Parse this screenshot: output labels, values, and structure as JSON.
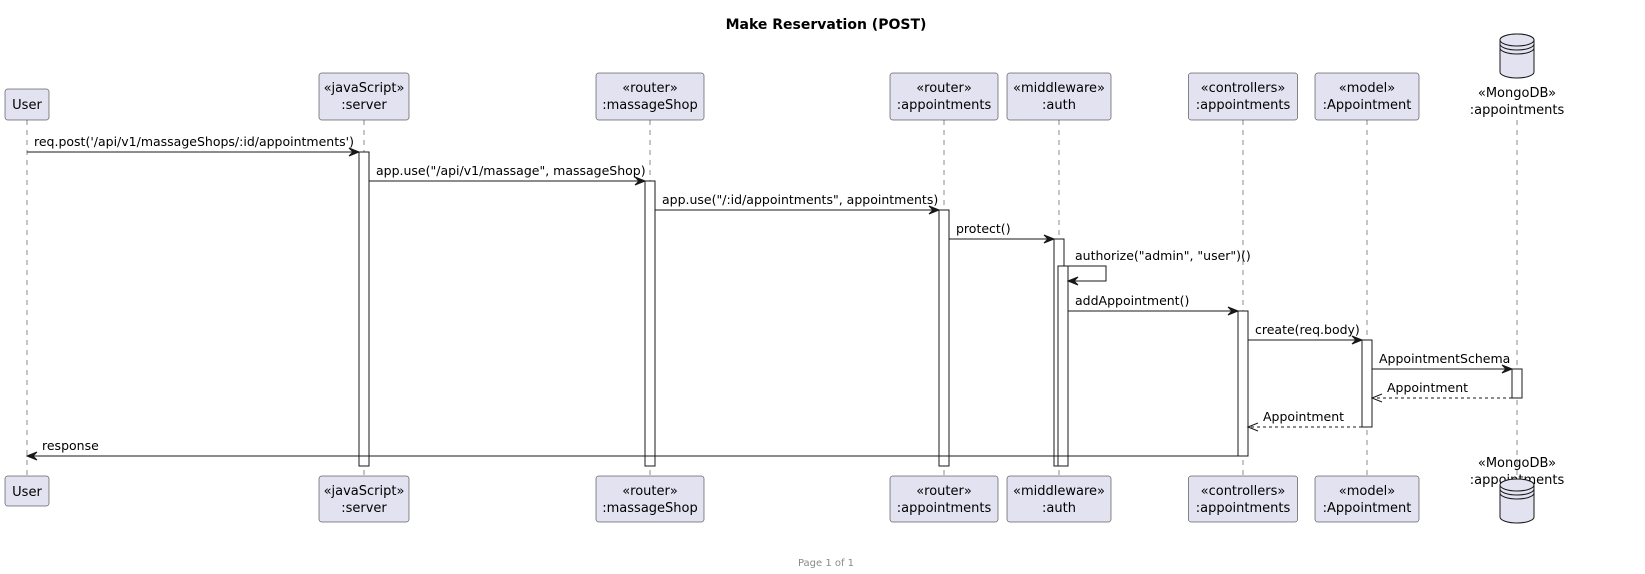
{
  "title": "Make Reservation (POST)",
  "footer": "Page 1 of 1",
  "colors": {
    "participant_fill": "#e2e2f0",
    "line": "#181818",
    "footer_text": "#8a8a8a"
  },
  "participants": [
    {
      "id": "user",
      "kind": "actor-box",
      "lines": [
        "User"
      ]
    },
    {
      "id": "server",
      "kind": "box",
      "lines": [
        "«javaScript»",
        ":server"
      ]
    },
    {
      "id": "massageshop",
      "kind": "box",
      "lines": [
        "«router»",
        ":massageShop"
      ]
    },
    {
      "id": "router-appointments",
      "kind": "box",
      "lines": [
        "«router»",
        ":appointments"
      ]
    },
    {
      "id": "auth",
      "kind": "box",
      "lines": [
        "«middleware»",
        ":auth"
      ]
    },
    {
      "id": "controller-appointments",
      "kind": "box",
      "lines": [
        "«controllers»",
        ":appointments"
      ]
    },
    {
      "id": "model-appointment",
      "kind": "box",
      "lines": [
        "«model»",
        ":Appointment"
      ]
    },
    {
      "id": "db-appointments",
      "kind": "database",
      "lines": [
        "«MongoDB»",
        ":appointments"
      ]
    }
  ],
  "messages": [
    {
      "from": "user",
      "to": "server",
      "label": "req.post('/api/v1/massageShops/:id/appointments')",
      "style": "solid"
    },
    {
      "from": "server",
      "to": "massageshop",
      "label": "app.use(\"/api/v1/massage\", massageShop)",
      "style": "solid"
    },
    {
      "from": "massageshop",
      "to": "router-appointments",
      "label": "app.use(\"/:id/appointments\", appointments)",
      "style": "solid"
    },
    {
      "from": "router-appointments",
      "to": "auth",
      "label": "protect()",
      "style": "solid"
    },
    {
      "from": "auth",
      "to": "auth",
      "label": "authorize(\"admin\", \"user\")()",
      "style": "self"
    },
    {
      "from": "auth",
      "to": "controller-appointments",
      "label": "addAppointment()",
      "style": "solid"
    },
    {
      "from": "controller-appointments",
      "to": "model-appointment",
      "label": "create(req.body)",
      "style": "solid"
    },
    {
      "from": "model-appointment",
      "to": "db-appointments",
      "label": "AppointmentSchema",
      "style": "solid"
    },
    {
      "from": "db-appointments",
      "to": "model-appointment",
      "label": "Appointment",
      "style": "dashed"
    },
    {
      "from": "model-appointment",
      "to": "controller-appointments",
      "label": "Appointment",
      "style": "dashed"
    },
    {
      "from": "controller-appointments",
      "to": "user",
      "label": "response",
      "style": "solid"
    }
  ]
}
